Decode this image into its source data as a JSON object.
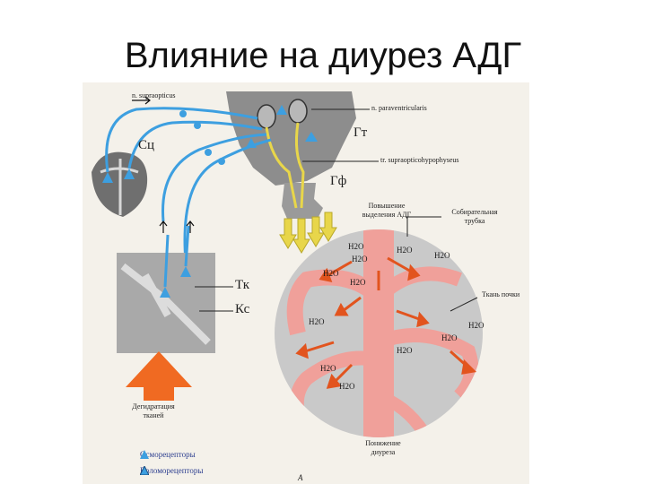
{
  "title": "Влияние на диурез АДГ",
  "labels": {
    "supraopticus": "n. supraopticus",
    "paraventricularis": "n. paraventricularis",
    "tract": "tr. supraopticohypophyseus",
    "gt": "Гт",
    "gf": "Гф",
    "sc": "Сц",
    "tk": "Тк",
    "ks": "Кс",
    "increase": "Повышение выделения АДГ",
    "collecting": "Собирательная трубка",
    "kidney": "Ткань почки",
    "decrease": "Понижение диуреза",
    "dehydration": "Дегидратация тканей",
    "letter": "А"
  },
  "h2o": [
    "H2O",
    "H2O",
    "H2O",
    "H2O",
    "H2O",
    "H2O",
    "H2O",
    "H2O",
    "H2O",
    "H2O",
    "H2O",
    "H2O"
  ],
  "legend": {
    "osmo": "Осморецепторы",
    "volumo": "Воломорецепторы"
  },
  "colors": {
    "nerve": "#3d9fe0",
    "tube": "#f0a09a",
    "arrow": "#e2541e",
    "yellow": "#e8d64a",
    "gray": "#9a9a9a"
  }
}
